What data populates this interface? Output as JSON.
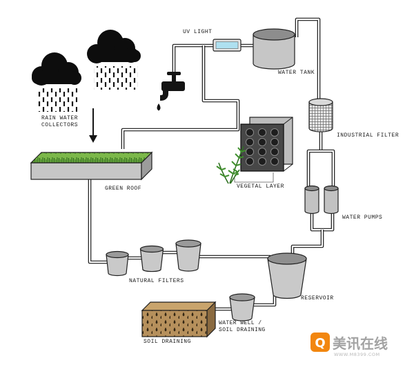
{
  "labels": {
    "uv_light": "UV LIGHT",
    "water_tank": "WATER TANK",
    "industrial_filter": "INDUSTRIAL FILTER",
    "water_pumps": "WATER PUMPS",
    "reservoir": "RESERVOIR",
    "vegetal_layer": "VEGETAL LAYER",
    "green_roof": "GREEN ROOF",
    "rain_water_line1": "RAIN WATER",
    "rain_water_line2": "COLLECTORS",
    "natural_filters": "NATURAL FILTERS",
    "water_well_line1": "WATER WELL /",
    "water_well_line2": "SOIL DRAINING",
    "soil_draining": "SOIL DRAINING"
  },
  "watermark": {
    "logo_letter": "Q",
    "brand_cn": "美讯在线",
    "site": "WWW.M8399.COM"
  },
  "colors": {
    "line": "#161616",
    "cloud": "#0d0d0d",
    "grass": "#7cb84a",
    "grass_stroke": "#2f6b1d",
    "metal_light": "#c6c6c6",
    "metal_dark": "#8d8d8d",
    "panel_dark": "#474747",
    "soil_front": "#b6905c",
    "soil_top": "#c9a46c",
    "soil_side": "#8a6a40",
    "uv_glass": "#aee0f0",
    "watermark_orange": "#f2860f",
    "watermark_text": "#a3a3a3"
  }
}
